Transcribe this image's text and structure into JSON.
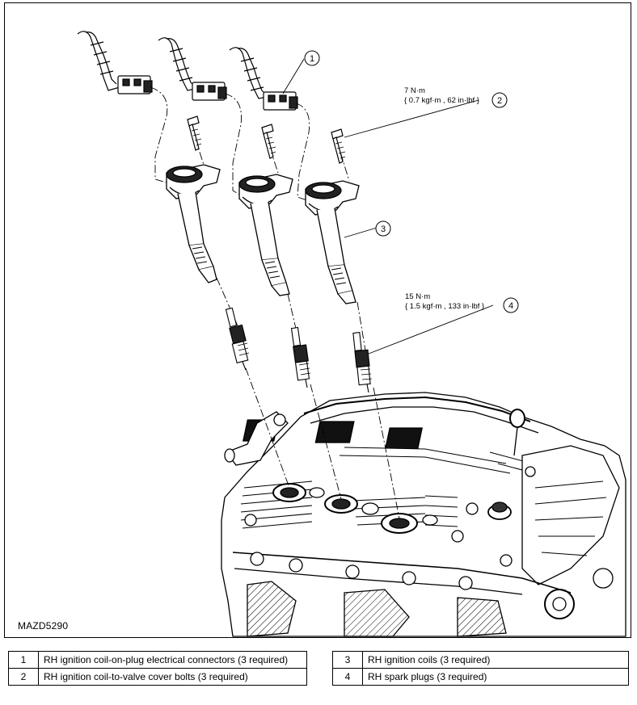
{
  "figure": {
    "id": "MAZD5290",
    "callouts": [
      "1",
      "2",
      "3",
      "4"
    ],
    "torque_2": {
      "value": "7 N·m",
      "spec": "{ 0.7 kgf·m , 62 in·lbf }"
    },
    "torque_4": {
      "value": "15 N·m",
      "spec": "{ 1.5 kgf·m , 133 in·lbf }"
    }
  },
  "legend": [
    {
      "num": "1",
      "text": "RH ignition coil-on-plug electrical connectors (3 required)"
    },
    {
      "num": "2",
      "text": "RH ignition coil-to-valve cover bolts (3 required)"
    },
    {
      "num": "3",
      "text": "RH ignition coils (3 required)"
    },
    {
      "num": "4",
      "text": "RH spark plugs (3 required)"
    }
  ]
}
